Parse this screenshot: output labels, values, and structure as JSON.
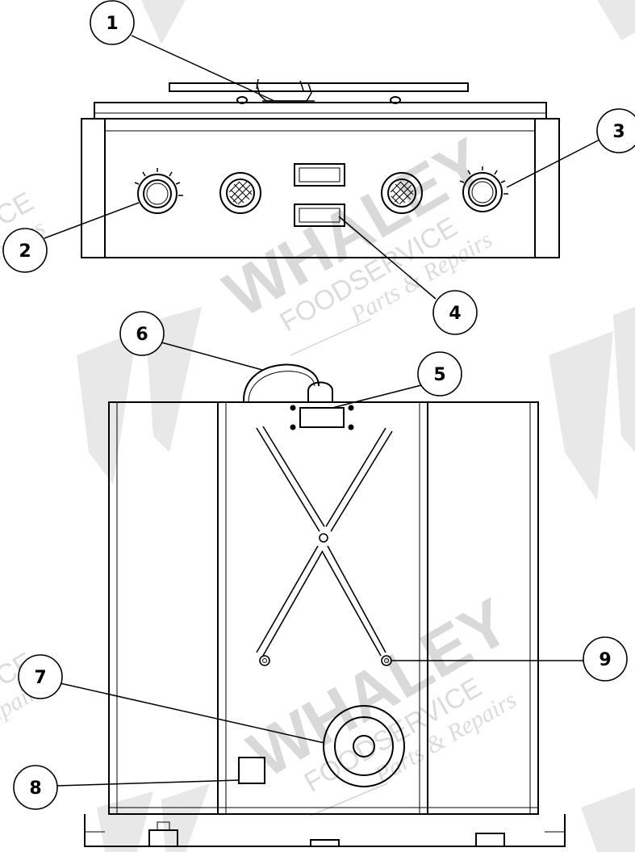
{
  "diagram": {
    "callouts": [
      {
        "id": "callout-1",
        "label": "1"
      },
      {
        "id": "callout-2",
        "label": "2"
      },
      {
        "id": "callout-3",
        "label": "3"
      },
      {
        "id": "callout-4",
        "label": "4"
      },
      {
        "id": "callout-5",
        "label": "5"
      },
      {
        "id": "callout-6",
        "label": "6"
      },
      {
        "id": "callout-7",
        "label": "7"
      },
      {
        "id": "callout-8",
        "label": "8"
      },
      {
        "id": "callout-9",
        "label": "9"
      }
    ]
  },
  "watermark": {
    "brand": "WHALEY",
    "line2": "FOODSERVICE",
    "line3": "Parts & Repairs",
    "partial_left_top": "ICE",
    "partial_left_bottom": "ICE",
    "partial_script_top": "Repairs",
    "partial_script_bottom": "Repairs"
  },
  "colors": {
    "line": "#000000",
    "background": "#ffffff",
    "watermark": "#d3d3d3"
  }
}
